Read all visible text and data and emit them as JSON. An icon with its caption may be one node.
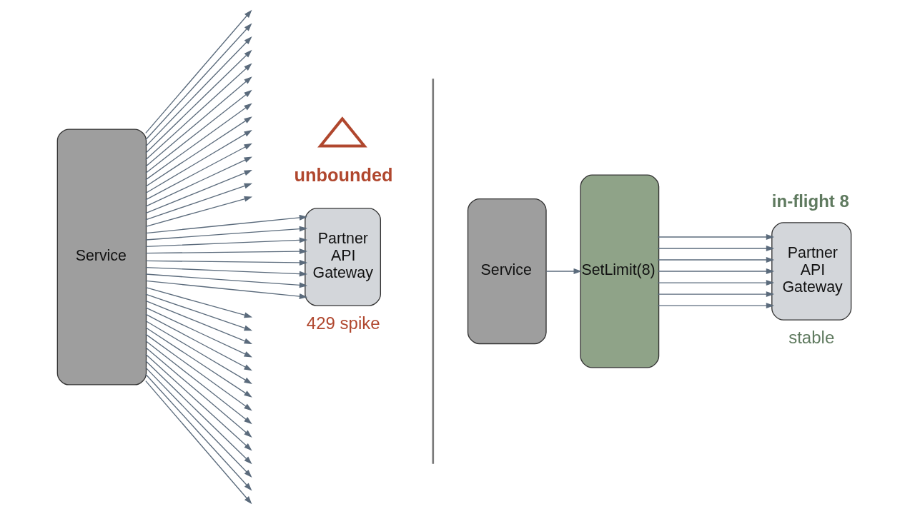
{
  "diagram": {
    "nodes": [
      {
        "text": [
          "Service"
        ]
      },
      {
        "text": [
          "Partner API Gateway"
        ],
        "beside": [
          "429 spike"
        ]
      },
      {
        "text": [
          "Service"
        ]
      },
      {
        "text": [
          "SetLimit(8)"
        ]
      },
      {
        "text": [
          "Partner API Gateway"
        ],
        "beside": [
          "in-flight 8",
          "stable"
        ]
      },
      {
        "text": [],
        "shape": "triangle"
      }
    ],
    "edges": [
      {
        "from": 0,
        "to": null,
        "arrow": "to"
      },
      {
        "from": 0,
        "to": null,
        "arrow": "to"
      },
      {
        "from": 0,
        "to": null,
        "arrow": "to"
      },
      {
        "from": 0,
        "to": null,
        "arrow": "to"
      },
      {
        "from": 0,
        "to": null,
        "arrow": "to"
      },
      {
        "from": 0,
        "to": null,
        "arrow": "to"
      },
      {
        "from": 0,
        "to": null,
        "arrow": "to"
      },
      {
        "from": 0,
        "to": null,
        "arrow": "to"
      },
      {
        "from": 0,
        "to": null,
        "arrow": "to"
      },
      {
        "from": 0,
        "to": null,
        "arrow": "to"
      },
      {
        "from": 0,
        "to": null,
        "arrow": "to"
      },
      {
        "from": 0,
        "to": null,
        "arrow": "to"
      },
      {
        "from": 0,
        "to": null,
        "arrow": "to"
      },
      {
        "from": 0,
        "to": null,
        "arrow": "to"
      },
      {
        "from": 0,
        "to": null,
        "arrow": "to"
      },
      {
        "from": 0,
        "to": 1,
        "arrow": "to"
      },
      {
        "from": 0,
        "to": 1,
        "arrow": "to"
      },
      {
        "from": 0,
        "to": 1,
        "arrow": "to"
      },
      {
        "from": 0,
        "to": 1,
        "arrow": "to"
      },
      {
        "from": 0,
        "to": 1,
        "arrow": "to"
      },
      {
        "from": 0,
        "to": 1,
        "arrow": "to"
      },
      {
        "from": 0,
        "to": 1,
        "arrow": "to"
      },
      {
        "from": 0,
        "to": 1,
        "arrow": "to"
      },
      {
        "from": 0,
        "to": null,
        "arrow": "to"
      },
      {
        "from": 0,
        "to": null,
        "arrow": "to"
      },
      {
        "from": 0,
        "to": null,
        "arrow": "to"
      },
      {
        "from": 0,
        "to": null,
        "arrow": "to"
      },
      {
        "from": 0,
        "to": null,
        "arrow": "to"
      },
      {
        "from": 0,
        "to": null,
        "arrow": "to"
      },
      {
        "from": 0,
        "to": null,
        "arrow": "to"
      },
      {
        "from": 0,
        "to": null,
        "arrow": "to"
      },
      {
        "from": 0,
        "to": null,
        "arrow": "to"
      },
      {
        "from": 0,
        "to": null,
        "arrow": "to"
      },
      {
        "from": 0,
        "to": null,
        "arrow": "to"
      },
      {
        "from": 0,
        "to": null,
        "arrow": "to"
      },
      {
        "from": 0,
        "to": null,
        "arrow": "to"
      },
      {
        "from": 0,
        "to": null,
        "arrow": "to"
      },
      {
        "from": 0,
        "to": null,
        "arrow": "to"
      },
      {
        "from": 2,
        "to": 3,
        "arrow": "to"
      },
      {
        "from": 3,
        "to": 4,
        "arrow": "to"
      },
      {
        "from": 3,
        "to": 4,
        "arrow": "to"
      },
      {
        "from": 3,
        "to": 4,
        "arrow": "to"
      },
      {
        "from": 3,
        "to": 4,
        "arrow": "to"
      },
      {
        "from": 3,
        "to": 4,
        "arrow": "to"
      },
      {
        "from": 3,
        "to": 4,
        "arrow": "to"
      },
      {
        "from": 3,
        "to": 4,
        "arrow": "to"
      }
    ],
    "labels": [
      "unbounded"
    ]
  }
}
